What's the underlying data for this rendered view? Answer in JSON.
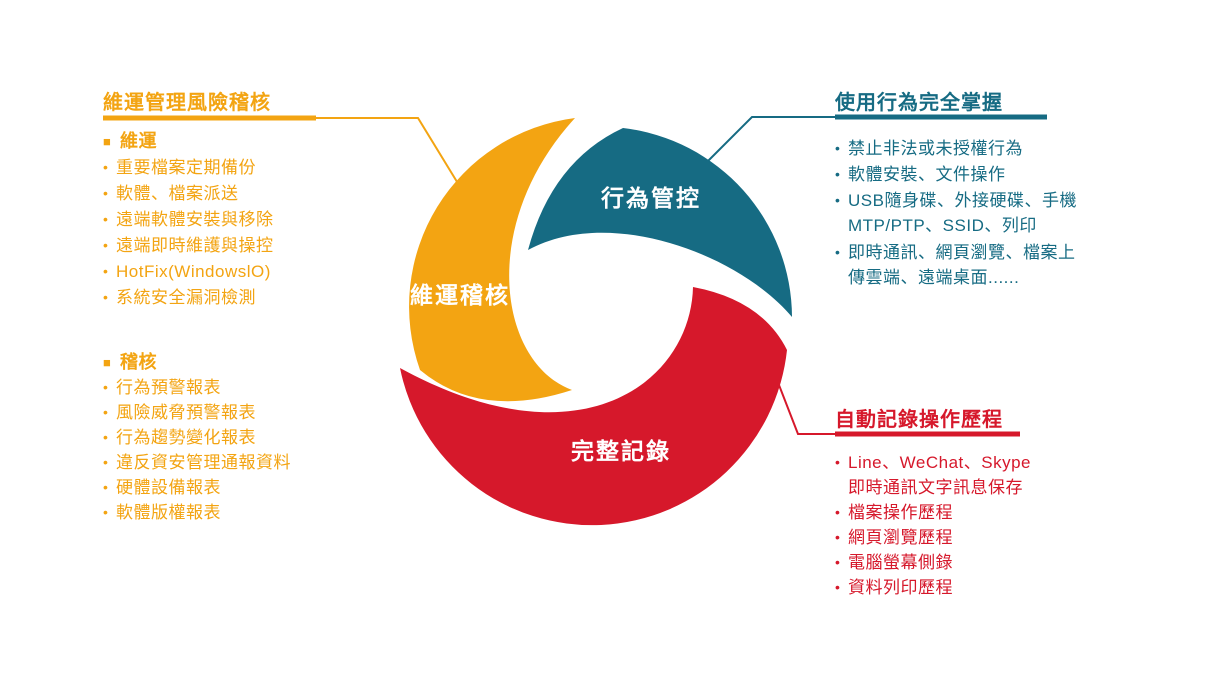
{
  "colors": {
    "orange": "#F3A412",
    "teal": "#166B83",
    "red": "#D6182B",
    "label_text": "#FFFFFF"
  },
  "diagram": {
    "segments": [
      {
        "id": "operations",
        "label": "維運稽核",
        "color": "#F3A412"
      },
      {
        "id": "behavior",
        "label": "行為管控",
        "color": "#166B83"
      },
      {
        "id": "record",
        "label": "完整記錄",
        "color": "#D6182B"
      }
    ]
  },
  "panels": {
    "left": {
      "title": "維運管理風險稽核",
      "section_marker": "■",
      "bullet": "•",
      "groups": [
        {
          "header": "維運",
          "items": [
            [
              "重要檔案定期備份"
            ],
            [
              "軟體、檔案派送"
            ],
            [
              "遠端軟體安裝與移除"
            ],
            [
              "遠端即時維護與操控"
            ],
            [
              "HotFix(WindowslO)"
            ],
            [
              "系統安全漏洞檢測"
            ]
          ]
        },
        {
          "header": "稽核",
          "items": [
            [
              "行為預警報表"
            ],
            [
              "風險威脅預警報表"
            ],
            [
              "行為趨勢變化報表"
            ],
            [
              "違反資安管理通報資料"
            ],
            [
              "硬體設備報表"
            ],
            [
              "軟體版權報表"
            ]
          ]
        }
      ]
    },
    "top_right": {
      "title": "使用行為完全掌握",
      "bullet": "•",
      "items": [
        [
          "禁止非法或未授權行為"
        ],
        [
          "軟體安裝、文件操作"
        ],
        [
          "USB隨身碟、外接硬碟、手機",
          "MTP/PTP、SSID、列印"
        ],
        [
          "即時通訊、網頁瀏覽、檔案上",
          "傳雲端、遠端桌面......"
        ]
      ]
    },
    "bottom_right": {
      "title": "自動記錄操作歷程",
      "bullet": "•",
      "items": [
        [
          "Line、WeChat、Skype",
          "即時通訊文字訊息保存"
        ],
        [
          "檔案操作歷程"
        ],
        [
          "網頁瀏覽歷程"
        ],
        [
          "電腦螢幕側錄"
        ],
        [
          "資料列印歷程"
        ]
      ]
    }
  }
}
